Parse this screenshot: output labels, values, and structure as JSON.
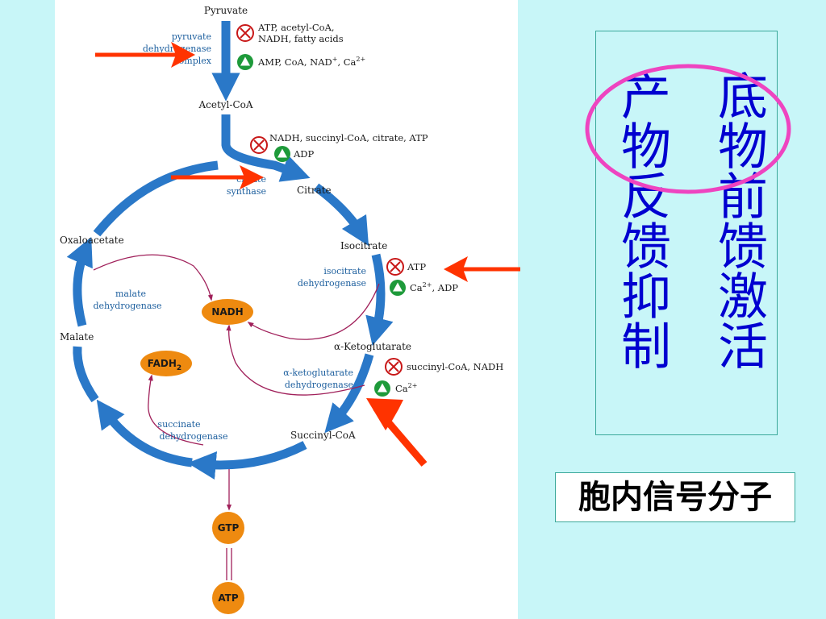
{
  "metabolites": {
    "pyruvate": "Pyruvate",
    "acetyl_coa": "Acetyl-CoA",
    "citrate": "Citrate",
    "isocitrate": "Isocitrate",
    "ketoglutarate": "α-Ketoglutarate",
    "succinyl_coa": "Succinyl-CoA",
    "oxaloacetate": "Oxaloacetate",
    "malate": "Malate",
    "nadh": "NADH",
    "fadh2_base": "FADH",
    "fadh2_sub": "2",
    "gtp": "GTP",
    "atp": "ATP"
  },
  "enzymes": {
    "pdh_1": "pyruvate",
    "pdh_2": "dehydrogenase",
    "pdh_3": "complex",
    "cs_1": "citrate",
    "cs_2": "synthase",
    "idh_1": "isocitrate",
    "idh_2": "dehydrogenase",
    "akgdh_1": "α-ketoglutarate",
    "akgdh_2": "dehydrogenase",
    "mdh_1": "malate",
    "mdh_2": "dehydrogenase",
    "sdh_1": "succinate",
    "sdh_2": "dehydrogenase"
  },
  "regulators": {
    "pdh_inhibit_1": "ATP, acetyl-CoA,",
    "pdh_inhibit_2": "NADH, fatty acids",
    "pdh_activate": "AMP, CoA, NAD",
    "pdh_activate_sup": "+",
    "pdh_activate_2": ", Ca",
    "pdh_activate_sup2": "2+",
    "cs_inhibit": "NADH, succinyl-CoA, citrate, ATP",
    "cs_activate": "ADP",
    "idh_inhibit": "ATP",
    "idh_activate": "Ca",
    "idh_activate_sup": "2+",
    "idh_activate_2": ", ADP",
    "akgdh_inhibit": "succinyl-CoA, NADH",
    "akgdh_activate": "Ca",
    "akgdh_activate_sup": "2+"
  },
  "chinese": {
    "col_right": "底物前馈激活",
    "col_left": "产物反馈抑制",
    "signal_box": "胞内信号分子"
  },
  "colors": {
    "background": "#c8f6f8",
    "cycle_blue": "#2a78c8",
    "enzyme_text": "#1d5f9e",
    "inhibit_red": "#c81818",
    "activate_green": "#1e9a3a",
    "pointer_arrow": "#ff3300",
    "node_orange": "#ee8a10",
    "chinese_blue": "#0000d0",
    "ellipse_magenta": "#ee44c0",
    "product_arrow": "#a0205a"
  }
}
